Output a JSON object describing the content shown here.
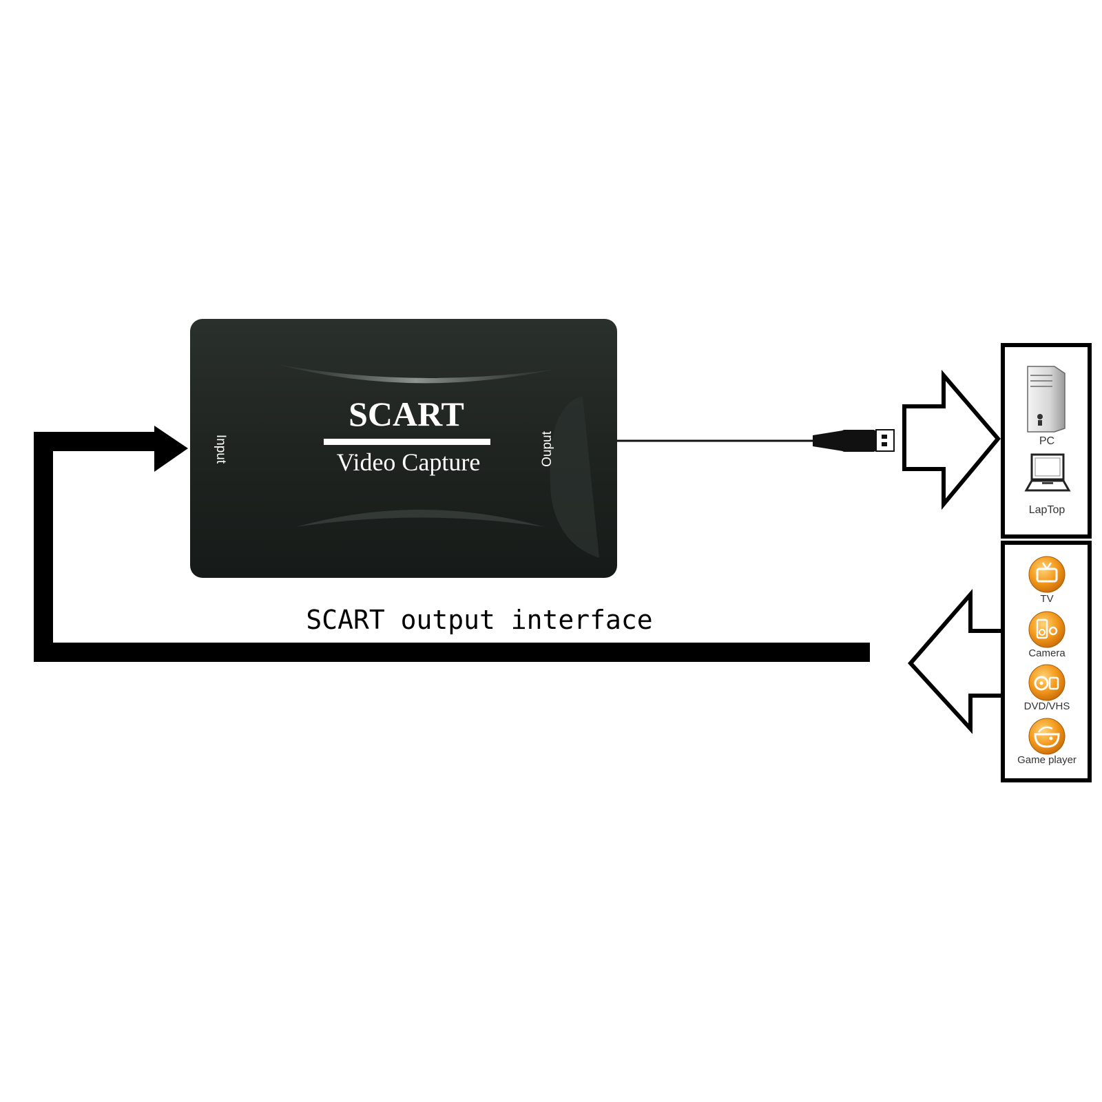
{
  "device": {
    "title": "SCART",
    "subtitle": "Video Capture",
    "input_label": "Input",
    "output_label": "Ouput"
  },
  "caption": "SCART output interface",
  "output_devices": [
    {
      "label": "PC",
      "icon": "pc-tower-icon"
    },
    {
      "label": "LapTop",
      "icon": "laptop-icon"
    }
  ],
  "source_devices": [
    {
      "label": "TV",
      "icon": "tv-icon"
    },
    {
      "label": "Camera",
      "icon": "camera-icon"
    },
    {
      "label": "DVD/VHS",
      "icon": "dvd-vhs-icon"
    },
    {
      "label": "Game player",
      "icon": "game-player-icon"
    }
  ],
  "colors": {
    "device_body": "#1f2421",
    "arrow": "#000000",
    "source_icon": "#f39a1c"
  }
}
